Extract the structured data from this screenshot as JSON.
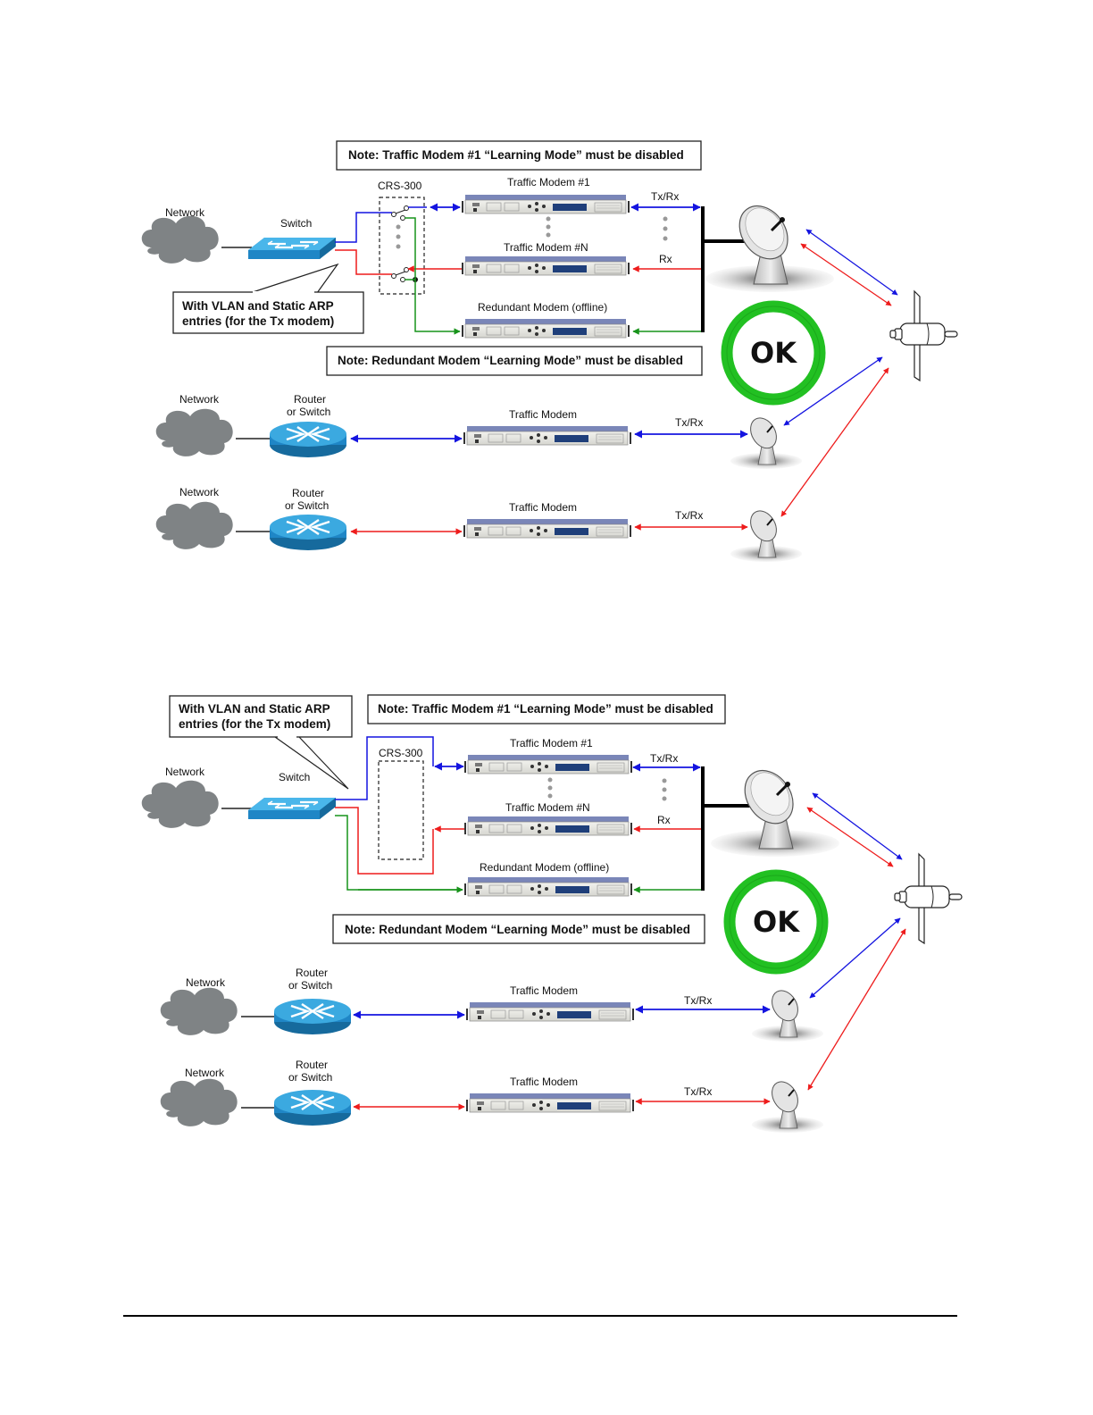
{
  "figures": [
    {
      "id": "top",
      "notes": {
        "traffic_modem_note": "Note: Traffic Modem #1 “Learning Mode” must be disabled",
        "redundant_modem_note": "Note: Redundant Modem “Learning Mode” must be disabled",
        "callout": [
          "With VLAN and Static ARP",
          "entries (for the Tx modem)"
        ]
      },
      "labels": {
        "network": "Network",
        "switch": "Switch",
        "crs": "CRS-300",
        "modem1": "Traffic Modem #1",
        "modemN": "Traffic Modem #N",
        "redundant": "Redundant Modem (offline)",
        "txrx": "Tx/Rx",
        "rx": "Rx",
        "ok": "OK"
      },
      "remotes": [
        {
          "network": "Network",
          "router": [
            "Router",
            "or Switch"
          ],
          "modem": "Traffic Modem",
          "link": "Tx/Rx",
          "color": "blue"
        },
        {
          "network": "Network",
          "router": [
            "Router",
            "or Switch"
          ],
          "modem": "Traffic Modem",
          "link": "Tx/Rx",
          "color": "red"
        }
      ]
    },
    {
      "id": "bottom",
      "notes": {
        "traffic_modem_note": "Note: Traffic Modem #1 “Learning Mode” must be disabled",
        "redundant_modem_note": "Note: Redundant Modem “Learning Mode” must be disabled",
        "callout": [
          "With VLAN and Static ARP",
          "entries (for the Tx modem)"
        ]
      },
      "labels": {
        "network": "Network",
        "switch": "Switch",
        "crs": "CRS-300",
        "modem1": "Traffic Modem #1",
        "modemN": "Traffic Modem #N",
        "redundant": "Redundant Modem (offline)",
        "txrx": "Tx/Rx",
        "rx": "Rx",
        "ok": "OK"
      },
      "remotes": [
        {
          "network": "Network",
          "router": [
            "Router",
            "or Switch"
          ],
          "modem": "Traffic Modem",
          "link": "Tx/Rx",
          "color": "blue"
        },
        {
          "network": "Network",
          "router": [
            "Router",
            "or Switch"
          ],
          "modem": "Traffic Modem",
          "link": "Tx/Rx",
          "color": "red"
        }
      ]
    }
  ],
  "colors": {
    "blue": "#1414e0",
    "red": "#ee1c1c",
    "green": "#17931a",
    "ok_ring": "#22c022",
    "device_blue": "#2a9fd6",
    "cloud": "#7f8385"
  }
}
